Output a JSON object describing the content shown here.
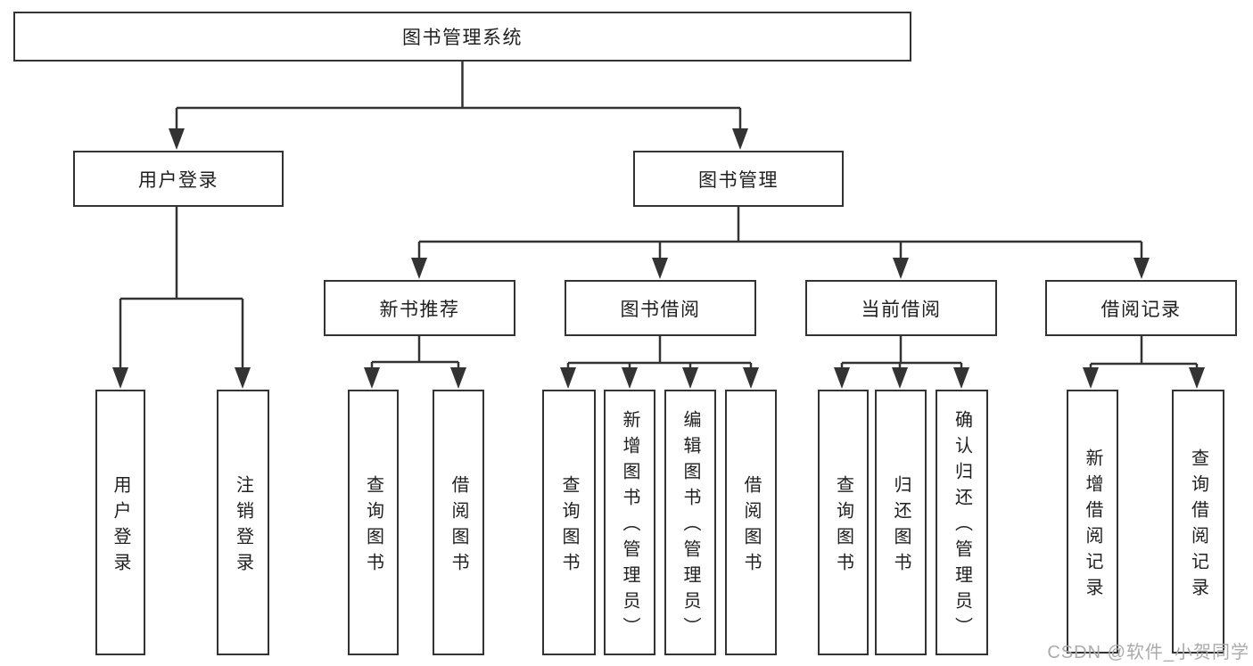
{
  "colors": {
    "line": "#333333",
    "box_border": "#333333",
    "text": "#1f1f1f",
    "watermark": "#ababab",
    "background": "#ffffff"
  },
  "watermark": "CSDN @软件_小贺同学",
  "tree": {
    "root": "图书管理系统",
    "login": {
      "label": "用户登录",
      "children": [
        "用户登录",
        "注销登录"
      ]
    },
    "manage": {
      "label": "图书管理",
      "sections": [
        {
          "label": "新书推荐",
          "children": [
            "查询图书",
            "借阅图书"
          ]
        },
        {
          "label": "图书借阅",
          "children": [
            "查询图书",
            "新增图书（管理员）",
            "编辑图书（管理员）",
            "借阅图书"
          ]
        },
        {
          "label": "当前借阅",
          "children": [
            "查询图书",
            "归还图书",
            "确认归还（管理员）"
          ]
        },
        {
          "label": "借阅记录",
          "children": [
            "新增借阅记录",
            "查询借阅记录"
          ]
        }
      ]
    }
  }
}
